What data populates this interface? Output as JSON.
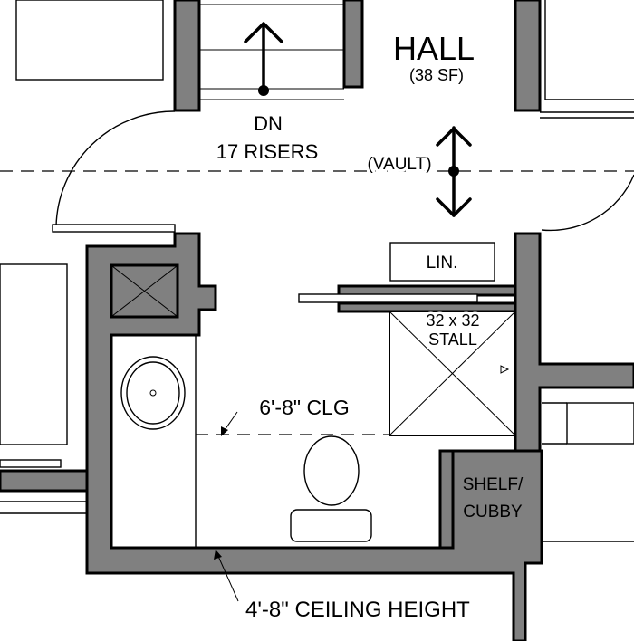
{
  "labels": {
    "room_name": "HALL",
    "room_area": "(38 SF)",
    "stair_dir": "DN",
    "stair_risers": "17 RISERS",
    "vault": "(VAULT)",
    "linen": "LIN.",
    "stall_size": "32 x 32",
    "stall": "STALL",
    "clg_dashed": "6'-8\" CLG",
    "shelf_1": "SHELF/",
    "shelf_2": "CUBBY",
    "ceiling_height": "4'-8\" CEILING HEIGHT"
  },
  "icons": {
    "stair_arrow": "up-arrow-icon",
    "vault_arrow": "double-vertical-arrow-icon",
    "leader_arrow": "leader-arrow-icon"
  },
  "colors": {
    "wall_fill": "#808080",
    "line": "#000000",
    "background": "#ffffff"
  }
}
